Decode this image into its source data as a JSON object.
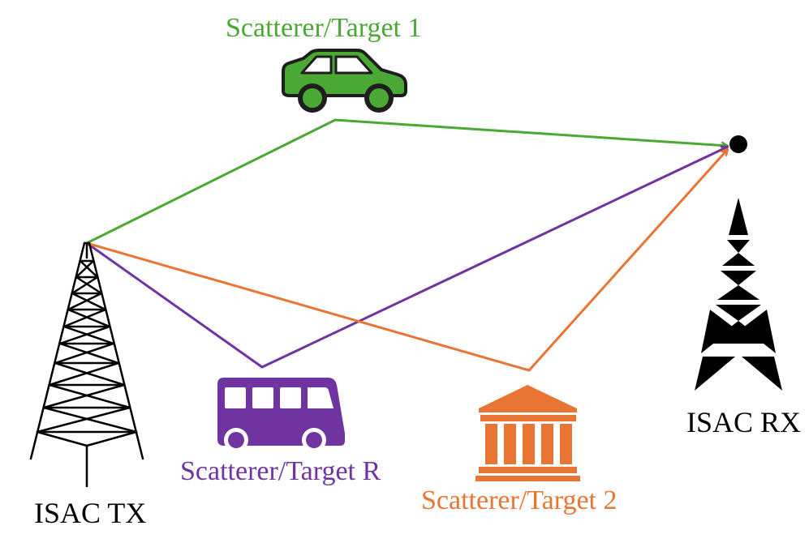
{
  "colors": {
    "target1": "#4aa834",
    "target_r": "#7034a0",
    "target2": "#e87534",
    "tower": "#000000"
  },
  "icons": {
    "tx": "transmission-tower-icon",
    "rx": "antenna-tower-icon",
    "target1": "car-icon",
    "target_r": "bus-icon",
    "target2": "building-icon",
    "rx_point": "receiver-dot-icon"
  },
  "labels": {
    "target1": "Scatterer/Target 1",
    "target_r": "Scatterer/Target R",
    "target2": "Scatterer/Target 2",
    "tx": "ISAC TX",
    "rx": "ISAC RX"
  }
}
